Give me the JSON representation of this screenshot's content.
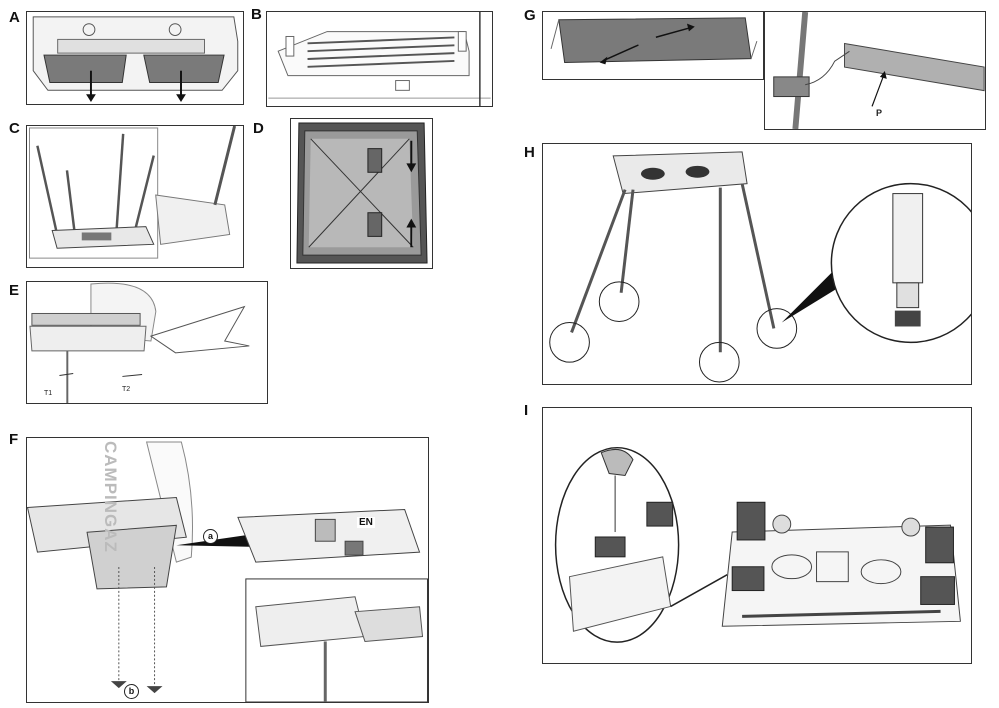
{
  "steps": {
    "a": "A",
    "b": "B",
    "c": "C",
    "d": "D",
    "e": "E",
    "f": "F",
    "g": "G",
    "h": "H",
    "i": "I"
  },
  "callouts": {
    "t1": "T1",
    "t2": "T2",
    "a": "a",
    "b": "b",
    "en": "EN",
    "p": "P"
  },
  "brand_text": "CAMPINGAZ",
  "colors": {
    "line": "#333333",
    "dark_fill": "#6b6b6b",
    "mid_fill": "#9a9a9a",
    "light_fill": "#d9d9d9"
  }
}
